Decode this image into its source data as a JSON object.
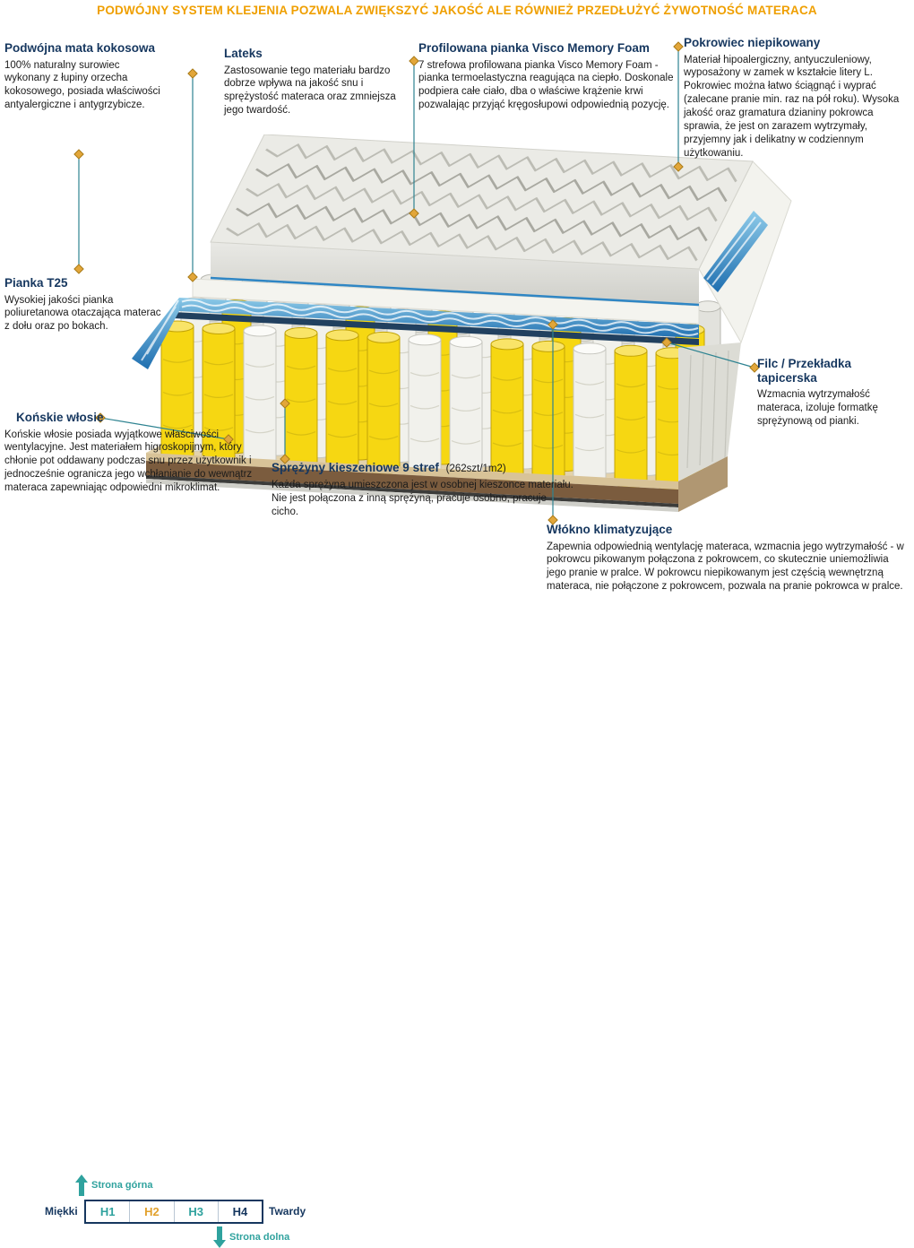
{
  "banner": {
    "text": "PODWÓJNY SYSTEM KLEJENIA POZWALA ZWIĘKSZYĆ JAKOŚĆ ALE RÓWNIEŻ PRZEDŁUŻYĆ ŻYWOTNOŚĆ MATERACA",
    "color": "#ef9f00"
  },
  "callouts": {
    "coconut_mat": {
      "title": "Podwójna mata kokosowa",
      "body": "100% naturalny surowiec wykonany z łupiny orzecha kokosowego, posiada właściwości antyalergiczne i antygrzybicze."
    },
    "latex": {
      "title": "Lateks",
      "body": "Zastosowanie tego materiału bardzo dobrze wpływa na jakość snu i sprężystość materaca oraz zmniejsza jego twardość."
    },
    "visco": {
      "title": "Profilowana pianka Visco Memory Foam",
      "body": "7 strefowa profilowana pianka Visco Memory Foam - pianka termoelastyczna reagująca na ciepło. Doskonale podpiera całe ciało, dba o właściwe krążenie krwi pozwalając przyjąć kręgosłupowi odpowiednią pozycję."
    },
    "cover": {
      "title": "Pokrowiec niepikowany",
      "body": "Materiał hipoalergiczny, antyuczuleniowy, wyposażony w zamek w kształcie litery L. Pokrowiec można łatwo ściągnąć i wyprać (zalecane pranie min. raz na pół roku). Wysoka jakość oraz gramatura dzianiny pokrowca sprawia, że jest on zarazem wytrzymały, przyjemny jak i delikatny w codziennym użytkowaniu."
    },
    "foam_t25": {
      "title": "Pianka T25",
      "body": "Wysokiej jakości pianka poliuretanowa otaczająca materac z dołu oraz po bokach."
    },
    "horsehair": {
      "title": "Końskie włosie",
      "body": "Końskie włosie posiada wyjątkowe właściwości wentylacyjne. Jest materiałem higroskopijnym, który chłonie pot oddawany podczas snu przez użytkownik i jednocześnie ogranicza jego wchłanianie do wewnątrz materaca zapewniając odpowiedni mikroklimat."
    },
    "springs": {
      "title": "Sprężyny kieszeniowe 9 stref",
      "title_note": "(262szt/1m2)",
      "body": "Każda sprężyna umieszczona jest w osobnej kieszonce materiału. Nie jest połączona z inną sprężyną, pracuje osobno, pracuje cicho."
    },
    "felt": {
      "title": "Filc / Przekładka tapicerska",
      "body": "Wzmacnia wytrzymałość materaca, izoluje formatkę sprężynową od pianki."
    },
    "climate_fiber": {
      "title": "Włókno klimatyzujące",
      "body": "Zapewnia odpowiednią wentylację materaca, wzmacnia jego wytrzymałość - w pokrowcu pikowanym połączona z pokrowcem, co skutecznie uniemożliwia jego pranie w pralce. W pokrowcu niepikowanym jest częścią wewnętrzną materaca, nie połączone z pokrowcem, pozwala na pranie pokrowca w pralce."
    }
  },
  "hardness_scale": {
    "top_side_label": "Strona górna",
    "bottom_side_label": "Strona dolna",
    "soft_label": "Miękki",
    "hard_label": "Twardy",
    "arrow_color": "#2fa29e",
    "levels": [
      {
        "label": "H1",
        "color": "#2fa29e"
      },
      {
        "label": "H2",
        "color": "#e2a12d"
      },
      {
        "label": "H3",
        "color": "#2fa29e"
      },
      {
        "label": "H4",
        "color": "#16375f"
      }
    ]
  },
  "colors": {
    "heading": "#16375f",
    "body_text": "#1b1b1b",
    "accent_teal": "#2fa29e",
    "accent_gold": "#e2a63a",
    "callout_line": "#2e8391",
    "spring_yellow": "#f6d712",
    "coconut_brown": "#7b5c3e",
    "wave_blue": "#2f86c4"
  }
}
